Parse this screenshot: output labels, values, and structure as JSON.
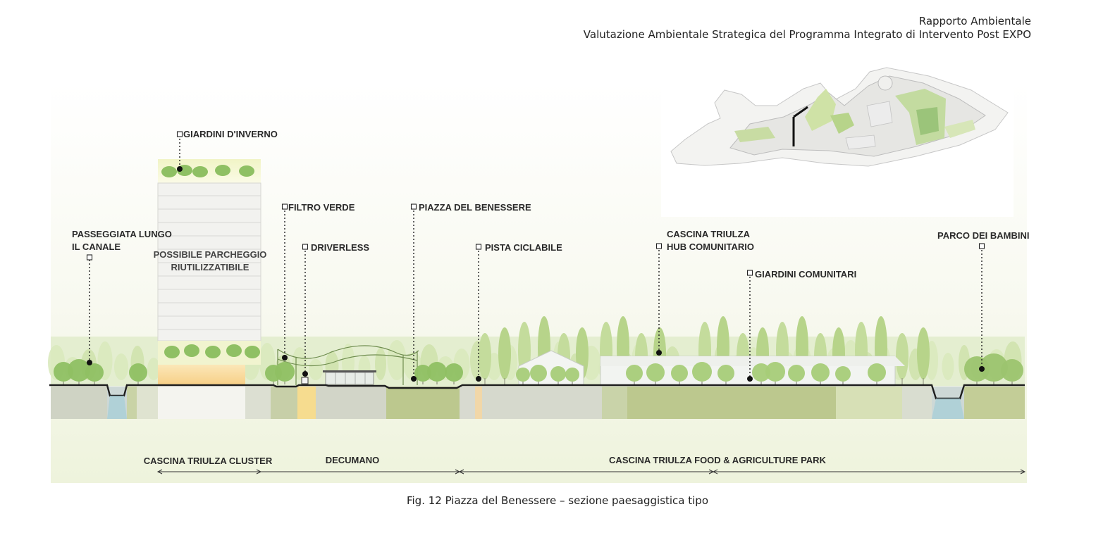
{
  "header": {
    "line1": "Rapporto Ambientale",
    "line2": "Valutazione Ambientale Strategica del Programma Integrato di Intervento Post EXPO"
  },
  "labels": {
    "giardini_inverno": "GIARDINI D'INVERNO",
    "passeggiata_1": "PASSEGGIATA LUNGO",
    "passeggiata_2": "IL CANALE",
    "parcheggio_1": "POSSIBILE PARCHEGGIO",
    "parcheggio_2": "RIUTILIZZATIBILE",
    "filtro_verde": "FILTRO VERDE",
    "driverless": "DRIVERLESS",
    "piazza": "PIAZZA DEL BENESSERE",
    "pista": "PISTA CICLABILE",
    "cascina_1": "CASCINA TRIULZA",
    "cascina_2": "HUB COMUNITARIO",
    "giardini_comunitari": "GIARDINI COMUNITARI",
    "parco_bambini": "PARCO DEI BAMBINI"
  },
  "zones": {
    "cluster": "CASCINA TRIULZA CLUSTER",
    "decumano": "DECUMANO",
    "park": "CASCINA TRIULZA FOOD & AGRICULTURE PARK"
  },
  "caption": "Fig. 12  Piazza del Benessere – sezione paesaggistica tipo",
  "colors": {
    "sky": "#f7f8ee",
    "tree_light": "#b7d48a",
    "tree_mid": "#8fc063",
    "ground_green": "#bcc88e",
    "water": "#a9cfd7",
    "line": "#222222"
  }
}
